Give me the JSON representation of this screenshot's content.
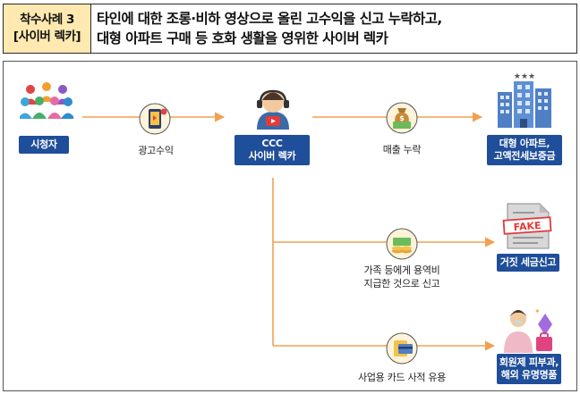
{
  "header": {
    "case_line1": "착수사례 3",
    "case_line2": "[사이버 렉카]",
    "title_line1": "타인에 대한 조롱·비하 영상으로 올린 고수익을 신고 누락하고,",
    "title_line2": "대형 아파트 구매 등 호화 생활을 영위한 사이버 렉카"
  },
  "nodes": {
    "viewers": {
      "label": "시청자",
      "icon": "crowd-icon"
    },
    "ad_revenue": {
      "label": "광고수익",
      "icon": "phone-ad-icon"
    },
    "ccc": {
      "line1": "CCC",
      "line2": "사이버 렉카",
      "icon": "youtuber-icon"
    },
    "sales_omission": {
      "label": "매출 누락",
      "icon": "money-bag-icon"
    },
    "apartment": {
      "line1": "대형 아파트,",
      "line2": "고액전세보증금",
      "icon": "apartment-building-icon"
    },
    "family_payment": {
      "line1": "가족 등에게 용역비",
      "line2": "지급한 것으로 신고",
      "icon": "coins-cash-icon"
    },
    "fake_tax": {
      "label": "거짓 세금신고",
      "icon": "fake-document-icon",
      "stamp": "FAKE"
    },
    "card_use": {
      "label": "사업용 카드 사적 유용",
      "icon": "card-payment-icon"
    },
    "luxury": {
      "line1": "회원제 피부과,",
      "line2": "해외 유명명품",
      "icon": "luxury-icon"
    }
  },
  "colors": {
    "arrow": "#f0a050",
    "badge": "#1f4e9a",
    "header_tag": "#ffe9b0"
  }
}
